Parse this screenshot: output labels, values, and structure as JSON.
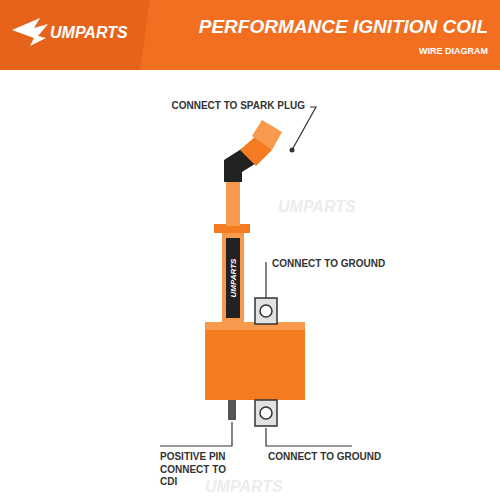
{
  "diagram": {
    "title": "PERFORMANCE IGNITION COIL",
    "labels": [
      "UMPARTS",
      "WIRE DIAGRAM",
      "CONNECT TO SPARK PLUG",
      "UMPARTS",
      "CONNECT TO GROUND",
      "UMPARTS",
      "POSITIVE PIN CONNECT TO CDI",
      "CONNECT TO GROUND",
      "UMPARTS"
    ]
  }
}
